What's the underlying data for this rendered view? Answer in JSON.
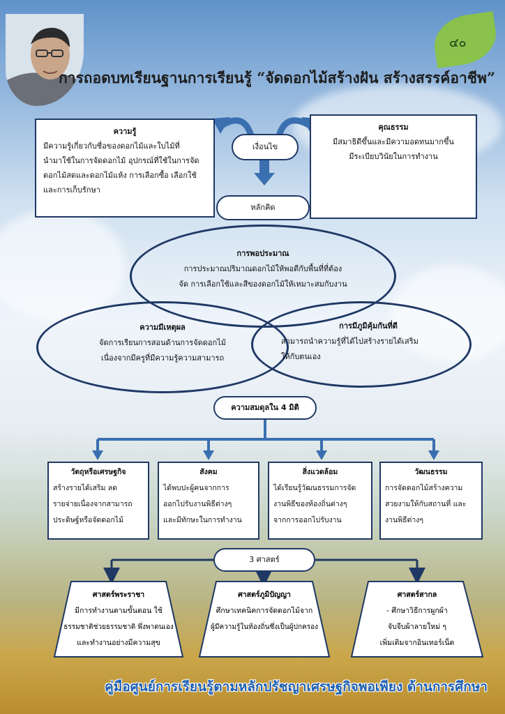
{
  "page_number": "๔๐",
  "title": "การถอดบทเรียนฐานการเรียนรู้ “จัดดอกไม้สร้างฝัน  สร้างสรรค์อาชีพ”",
  "knowledge": {
    "heading": "ความรู้",
    "lines": [
      "มีความรู้เกี่ยวกับชื่อของดอกไม้และใบไม้ที่",
      "นำมาใช้ในการจัดดอกไม้ อุปกรณ์ที่ใช้ในการจัด",
      "ดอกไม้สดและดอกไม้แห้ง การเลือกซื้อ เลือกใช้",
      "และการเก็บรักษา"
    ]
  },
  "condition_label": "เงื่อนไข",
  "virtue": {
    "heading": "คุณธรรม",
    "lines": [
      "มีสมาธิดีขึ้นและมีความอดทนมากขึ้น",
      "มีระเบียบวินัยในการทำงาน"
    ]
  },
  "principle_label": "หลักคิด",
  "moderation": {
    "heading": "การพอประมาณ",
    "lines": [
      "การประมาณปริมาณดอกไม้ให้พอดีกับพื้นที่ที่ต้อง",
      "จัด การเลือกใช้และสีของดอกไม้ให้เหมาะสมกับงาน"
    ]
  },
  "reasonableness": {
    "heading": "ความมีเหตุผล",
    "lines": [
      "จัดการเรียนการสอนด้านการจัดดอกไม้",
      "เนื่องจากมีครูที่มีความรู้ความสามารถ"
    ]
  },
  "immunity": {
    "heading": "การมีภูมิคุ้มกันที่ดี",
    "lines": [
      "สามารถนำความรู้ที่ได้ไปสร้างรายได้เสริม",
      "ให้กับตนเอง"
    ]
  },
  "balance_label": "ความสมดุลใน 4 มิติ",
  "dimensions": [
    {
      "heading": "วัตถุหรือเศรษฐกิจ",
      "lines": [
        "สร้างรายได้เสริม ลด",
        "รายจ่ายเนื่องจากสามารถ",
        "ประดิษฐ์หรือจัดดอกไม้"
      ]
    },
    {
      "heading": "สังคม",
      "lines": [
        "ได้พบปะผู้คนจากการ",
        "ออกไปรับงานพิธีต่างๆ",
        "และมีทักษะในการทำงาน"
      ]
    },
    {
      "heading": "สิ่งแวดล้อม",
      "lines": [
        "ได้เรียนรู้วัฒนธรรมการจัด",
        "งานพิธีของท้องถิ่นต่างๆ",
        "จากการออกไปรับงาน"
      ]
    },
    {
      "heading": "วัฒนธรรม",
      "lines": [
        "การจัดดอกไม้สร้างความ",
        "สวยงามให้กับสถานที่ และ",
        "งานพิธีต่างๆ"
      ]
    }
  ],
  "sciences_label": "3 ศาสตร์",
  "sciences": [
    {
      "heading": "ศาสตร์พระราชา",
      "lines": [
        "มีการทำงานตามขั้นตอน ใช้",
        "ธรรมชาติช่วยธรรมชาติ พึ่งพาตนเอง",
        "และทำงานอย่างมีความสุข"
      ]
    },
    {
      "heading": "ศาสตร์ภูมิปัญญา",
      "lines": [
        "ศึกษาเทคนิคการจัดดอกไม้จาก",
        "ผู้มีความรู้ในท้องถิ่นซึ่งเป็นผู้ปกครอง"
      ]
    },
    {
      "heading": "ศาสตร์สากล",
      "lines": [
        "- ศึกษาวิธีการผูกผ้า",
        "จับจีบผ้าลายใหม่ ๆ",
        "เพิ่มเติมจากอินเทอร์เน็ต"
      ]
    }
  ],
  "footer": "คู่มือศูนย์การเรียนรู้ตามหลักปรัชญาเศรษฐกิจพอเพียง  ด้านการศึกษา",
  "colors": {
    "line": "#1f3864",
    "arrow": "#3a6fb0",
    "footer": "#1f5fb0"
  }
}
